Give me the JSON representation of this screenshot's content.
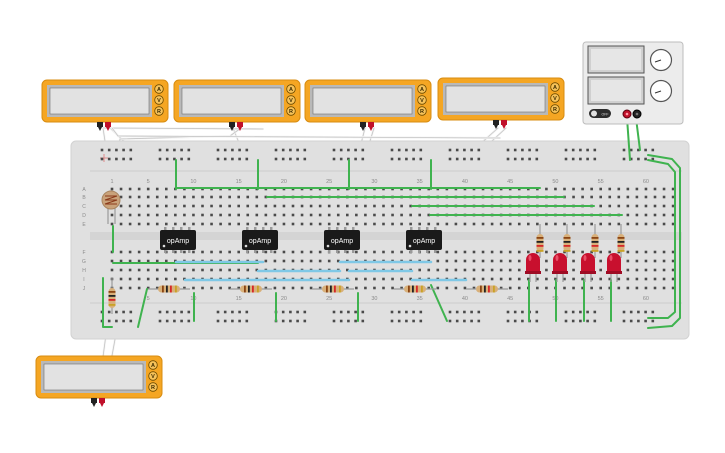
{
  "breadboard": {
    "column_numbers": [
      "1",
      "5",
      "10",
      "15",
      "20",
      "25",
      "30",
      "35",
      "40",
      "45",
      "50",
      "55",
      "60"
    ],
    "row_letters_top": [
      "A",
      "B",
      "C",
      "D",
      "E"
    ],
    "row_letters_bottom": [
      "F",
      "G",
      "H",
      "I",
      "J"
    ]
  },
  "opamps": [
    {
      "label": "opAmp"
    },
    {
      "label": "opAmp"
    },
    {
      "label": "opAmp"
    },
    {
      "label": "opAmp"
    }
  ],
  "multimeter": {
    "modes": [
      "A",
      "V",
      "R"
    ]
  },
  "power_supply": {
    "button_label": "OFF"
  },
  "colors": {
    "breadboard": "#e0e0e0",
    "wire_green": "#3fb34f",
    "wire_blue": "#7fc8e6",
    "meter_body": "#f5a623",
    "led_red": "#c8102e",
    "chip_black": "#1a1a1a"
  }
}
